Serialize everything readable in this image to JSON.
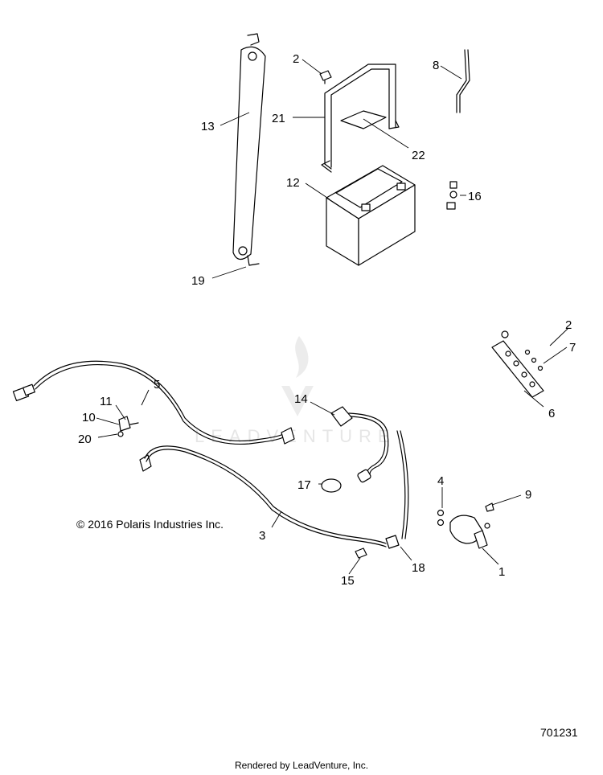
{
  "callouts": {
    "c1": "1",
    "c2a": "2",
    "c2b": "2",
    "c3": "3",
    "c4": "4",
    "c5": "5",
    "c6": "6",
    "c7": "7",
    "c8": "8",
    "c9": "9",
    "c10": "10",
    "c11": "11",
    "c12": "12",
    "c13": "13",
    "c14": "14",
    "c15": "15",
    "c16": "16",
    "c17": "17",
    "c18": "18",
    "c19": "19",
    "c20": "20",
    "c21": "21",
    "c22": "22"
  },
  "copyright": "© 2016 Polaris Industries Inc.",
  "diagram_id": "701231",
  "watermark_text": "LEADVENTURE",
  "footer": "Rendered by LeadVenture, Inc."
}
